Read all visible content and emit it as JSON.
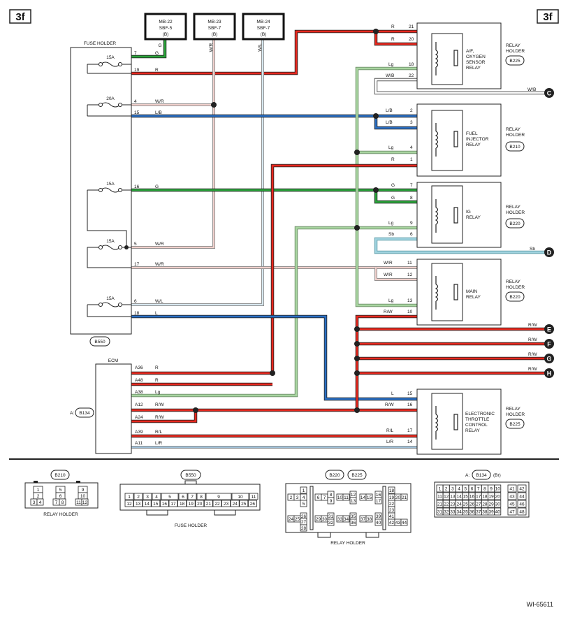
{
  "page": {
    "label_left": "3f",
    "label_right": "3f",
    "figure_id": "WI-65611"
  },
  "mb": [
    {
      "l1": "MB-22",
      "l2": "SBF-5",
      "l3": "(B)",
      "wire": "G"
    },
    {
      "l1": "MB-23",
      "l2": "SBF-7",
      "l3": "(B)",
      "wire": "W/R"
    },
    {
      "l1": "MB-24",
      "l2": "SBF-7",
      "l3": "(B)",
      "wire": "W/L"
    }
  ],
  "fuse_holder": {
    "title": "FUSE HOLDER",
    "badge": "B550",
    "fuses": [
      "15A",
      "20A",
      "15A",
      "15A",
      "15A"
    ],
    "pins": [
      {
        "pin": "7",
        "color": "G"
      },
      {
        "pin": "19",
        "color": "R"
      },
      {
        "pin": "4",
        "color": "W/R"
      },
      {
        "pin": "15",
        "color": "L/B"
      },
      {
        "pin": "16",
        "color": "G"
      },
      {
        "pin": "5",
        "color": "W/R"
      },
      {
        "pin": "17",
        "color": "W/R"
      },
      {
        "pin": "6",
        "color": "W/L"
      },
      {
        "pin": "18",
        "color": "L"
      }
    ]
  },
  "ecm": {
    "title": "ECM",
    "connector_prefix": "A:",
    "badge": "B134",
    "pins": [
      {
        "pin": "A36",
        "color": "R"
      },
      {
        "pin": "A48",
        "color": "R"
      },
      {
        "pin": "A38",
        "color": "Lg"
      },
      {
        "pin": "A12",
        "color": "R/W"
      },
      {
        "pin": "A24",
        "color": "R/W"
      },
      {
        "pin": "A39",
        "color": "R/L"
      },
      {
        "pin": "A11",
        "color": "L/R"
      }
    ]
  },
  "relays": [
    {
      "name": [
        "A/F,",
        "OXYGEN",
        "SENSOR",
        "RELAY"
      ],
      "holder": [
        "RELAY",
        "HOLDER"
      ],
      "badge": "B225",
      "pins": [
        {
          "color": "R",
          "pin": "21"
        },
        {
          "color": "R",
          "pin": "20"
        },
        {
          "color": "Lg",
          "pin": "18"
        },
        {
          "color": "W/B",
          "pin": "22"
        }
      ]
    },
    {
      "name": [
        "FUEL",
        "INJECTOR",
        "RELAY"
      ],
      "holder": [
        "RELAY",
        "HOLDER"
      ],
      "badge": "B210",
      "pins": [
        {
          "color": "L/B",
          "pin": "2"
        },
        {
          "color": "L/B",
          "pin": "3"
        },
        {
          "color": "Lg",
          "pin": "4"
        },
        {
          "color": "R",
          "pin": "1"
        }
      ]
    },
    {
      "name": [
        "IG",
        "RELAY"
      ],
      "holder": [
        "RELAY",
        "HOLDER"
      ],
      "badge": "B220",
      "pins": [
        {
          "color": "G",
          "pin": "7"
        },
        {
          "color": "G",
          "pin": "8"
        },
        {
          "color": "Lg",
          "pin": "9"
        },
        {
          "color": "Sb",
          "pin": "6"
        }
      ]
    },
    {
      "name": [
        "MAIN",
        "RELAY"
      ],
      "holder": [
        "RELAY",
        "HOLDER"
      ],
      "badge": "B220",
      "pins": [
        {
          "color": "W/R",
          "pin": "11"
        },
        {
          "color": "W/R",
          "pin": "12"
        },
        {
          "color": "Lg",
          "pin": "13"
        },
        {
          "color": "R/W",
          "pin": "10"
        }
      ]
    },
    {
      "name": [
        "ELECTRONIC",
        "THROTTLE",
        "CONTROL",
        "RELAY"
      ],
      "holder": [
        "RELAY",
        "HOLDER"
      ],
      "badge": "B225",
      "pins": [
        {
          "color": "L",
          "pin": "15"
        },
        {
          "color": "R/W",
          "pin": "16"
        },
        {
          "color": "R/L",
          "pin": "17"
        },
        {
          "color": "L/R",
          "pin": "14"
        }
      ]
    }
  ],
  "connectors_right": [
    {
      "letter": "C",
      "color": "W/B"
    },
    {
      "letter": "D",
      "color": "Sb"
    },
    {
      "letter": "E",
      "color": "R/W"
    },
    {
      "letter": "F",
      "color": "R/W"
    },
    {
      "letter": "G",
      "color": "R/W"
    },
    {
      "letter": "H",
      "color": "R/W"
    }
  ],
  "connector_views": [
    {
      "badge": "B210",
      "caption": "RELAY HOLDER",
      "cells": [
        "1",
        "2",
        "3",
        "4",
        "5",
        "6",
        "7",
        "8",
        "9",
        "10",
        "11",
        "12"
      ]
    },
    {
      "badge": "B550",
      "caption": "FUSE HOLDER",
      "cells": [
        "1",
        "2",
        "3",
        "4",
        "5",
        "6",
        "7",
        "8",
        "9",
        "10",
        "11",
        "12",
        "13",
        "14",
        "15",
        "16",
        "17",
        "18",
        "19",
        "20",
        "21",
        "22",
        "23",
        "24",
        "25",
        "26"
      ]
    },
    {
      "badge": "B220",
      "badge2": "B225",
      "caption": "RELAY HOLDER",
      "cells": [
        "1",
        "2",
        "3",
        "4",
        "5",
        "6",
        "7",
        "8",
        "9",
        "10",
        "11",
        "12",
        "13",
        "14",
        "15",
        "16",
        "17",
        "18",
        "19",
        "20",
        "21",
        "22",
        "23",
        "24",
        "25",
        "26",
        "27",
        "28",
        "29",
        "30",
        "31",
        "32",
        "33",
        "34",
        "35",
        "36",
        "37",
        "38",
        "39",
        "40",
        "41",
        "42",
        "43",
        "44"
      ]
    },
    {
      "prefix": "A:",
      "badge": "B134",
      "suffix": "(Br)",
      "cells": [
        "1",
        "2",
        "3",
        "4",
        "5",
        "6",
        "7",
        "8",
        "9",
        "10",
        "11",
        "12",
        "13",
        "14",
        "15",
        "16",
        "17",
        "18",
        "19",
        "20",
        "21",
        "22",
        "23",
        "24",
        "25",
        "26",
        "27",
        "28",
        "29",
        "30",
        "31",
        "32",
        "33",
        "34",
        "35",
        "36",
        "37",
        "38",
        "39",
        "40",
        "41",
        "42",
        "43",
        "44",
        "45",
        "46",
        "47",
        "48"
      ]
    }
  ],
  "colors": {
    "red": "#e8281e",
    "green": "#2aa43a",
    "blue": "#2a6fc4",
    "lightgreen": "#a8d5a0",
    "skyblue": "#9fd3df",
    "white_red": "#f0b0a8",
    "white_blue": "#9fbfd6",
    "line": "#222222"
  }
}
